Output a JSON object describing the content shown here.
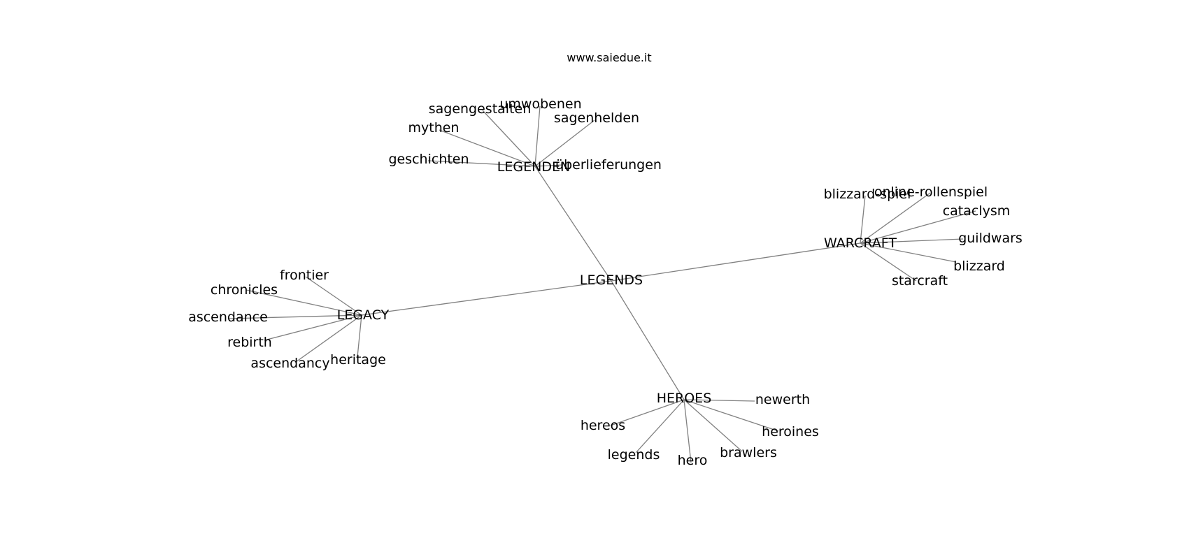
{
  "watermark": "www.saiedue.it",
  "root": "LEGENDS",
  "clusters": [
    {
      "hub": "LEGENDEN",
      "leaves": [
        "sagengestalten",
        "umwobenen",
        "sagenhelden",
        "mythen",
        "geschichten",
        "überlieferungen"
      ]
    },
    {
      "hub": "WARCRAFT",
      "leaves": [
        "blizzard-spiel",
        "online-rollenspiel",
        "cataclysm",
        "guildwars",
        "blizzard",
        "starcraft"
      ]
    },
    {
      "hub": "LEGACY",
      "leaves": [
        "frontier",
        "chronicles",
        "ascendance",
        "rebirth",
        "ascendancy",
        "heritage"
      ]
    },
    {
      "hub": "HEROES",
      "leaves": [
        "newerth",
        "hereos",
        "heroines",
        "legends",
        "hero",
        "brawlers"
      ]
    }
  ]
}
